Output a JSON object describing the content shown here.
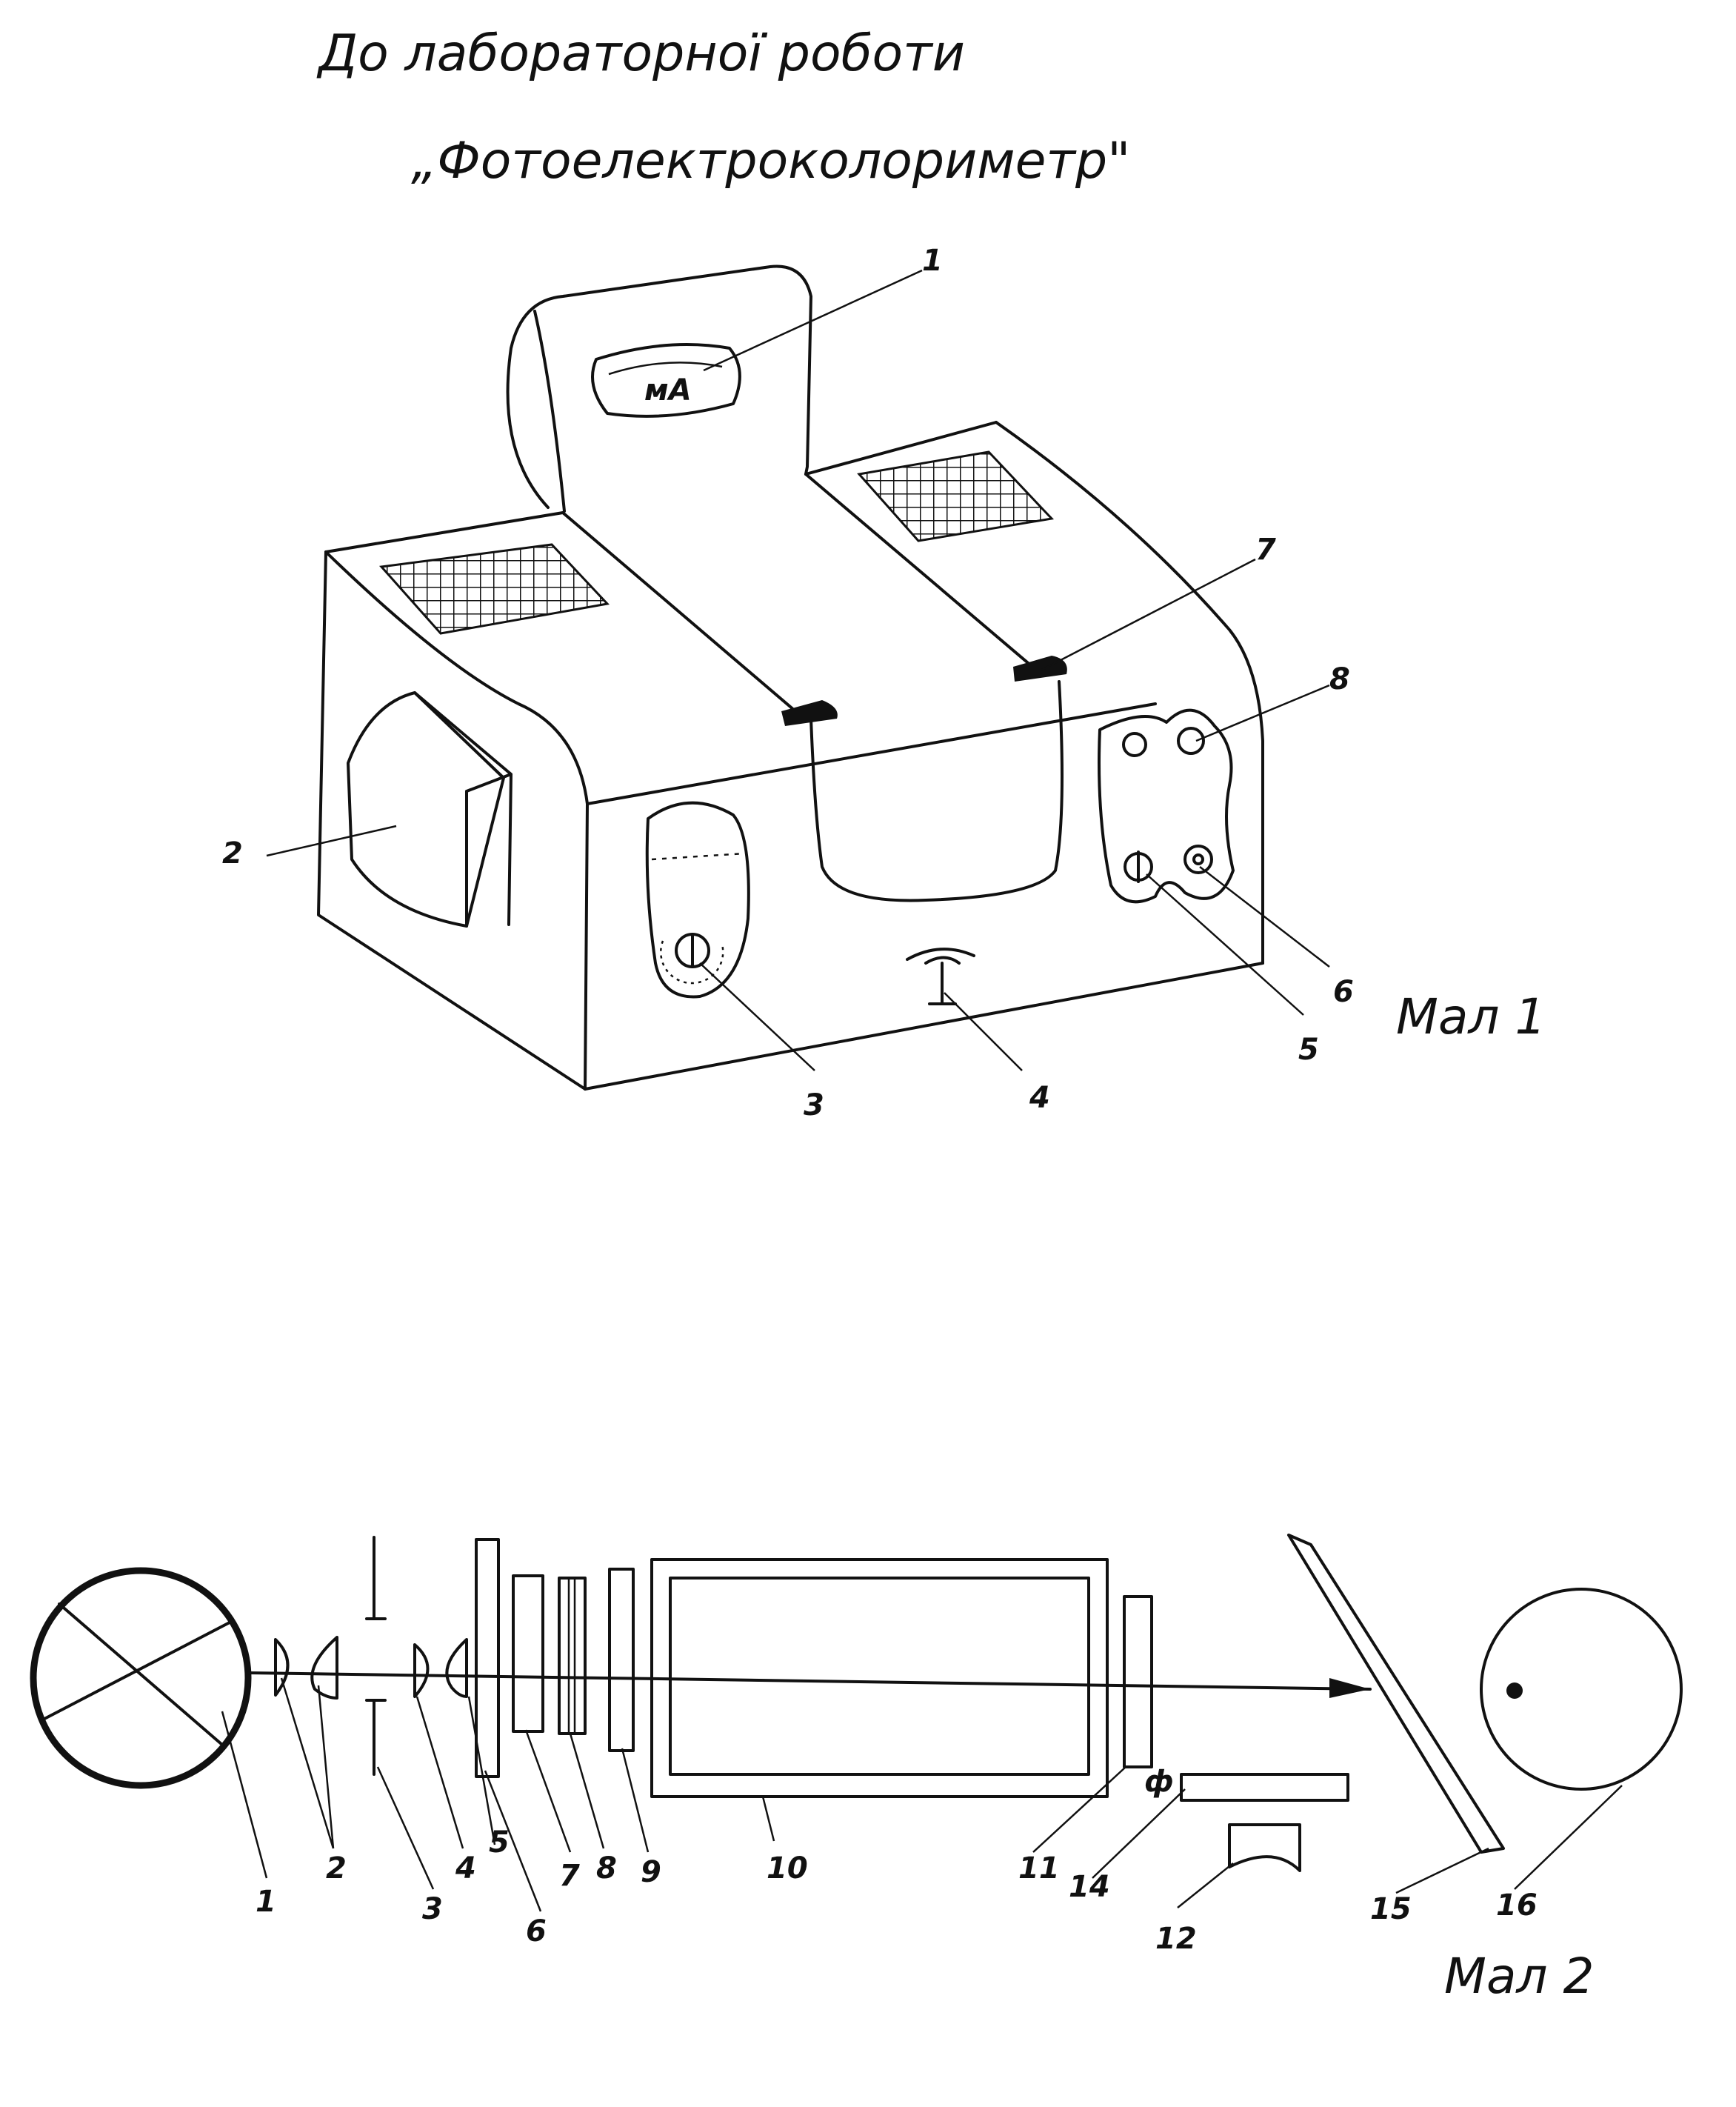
{
  "title": {
    "line1": "До лабораторної роботи",
    "line2": "„Фотоелектроколориметр\""
  },
  "figure1": {
    "caption": "Мал 1",
    "meter_unit": "мА",
    "labels": [
      "1",
      "2",
      "3",
      "4",
      "5",
      "6",
      "7",
      "8"
    ]
  },
  "figure2": {
    "caption": "Мал 2",
    "labels": [
      "1",
      "2",
      "3",
      "4",
      "5",
      "6",
      "7",
      "8",
      "9",
      "10",
      "11",
      "12",
      "14",
      "15",
      "16"
    ],
    "small_mark": "ф"
  }
}
